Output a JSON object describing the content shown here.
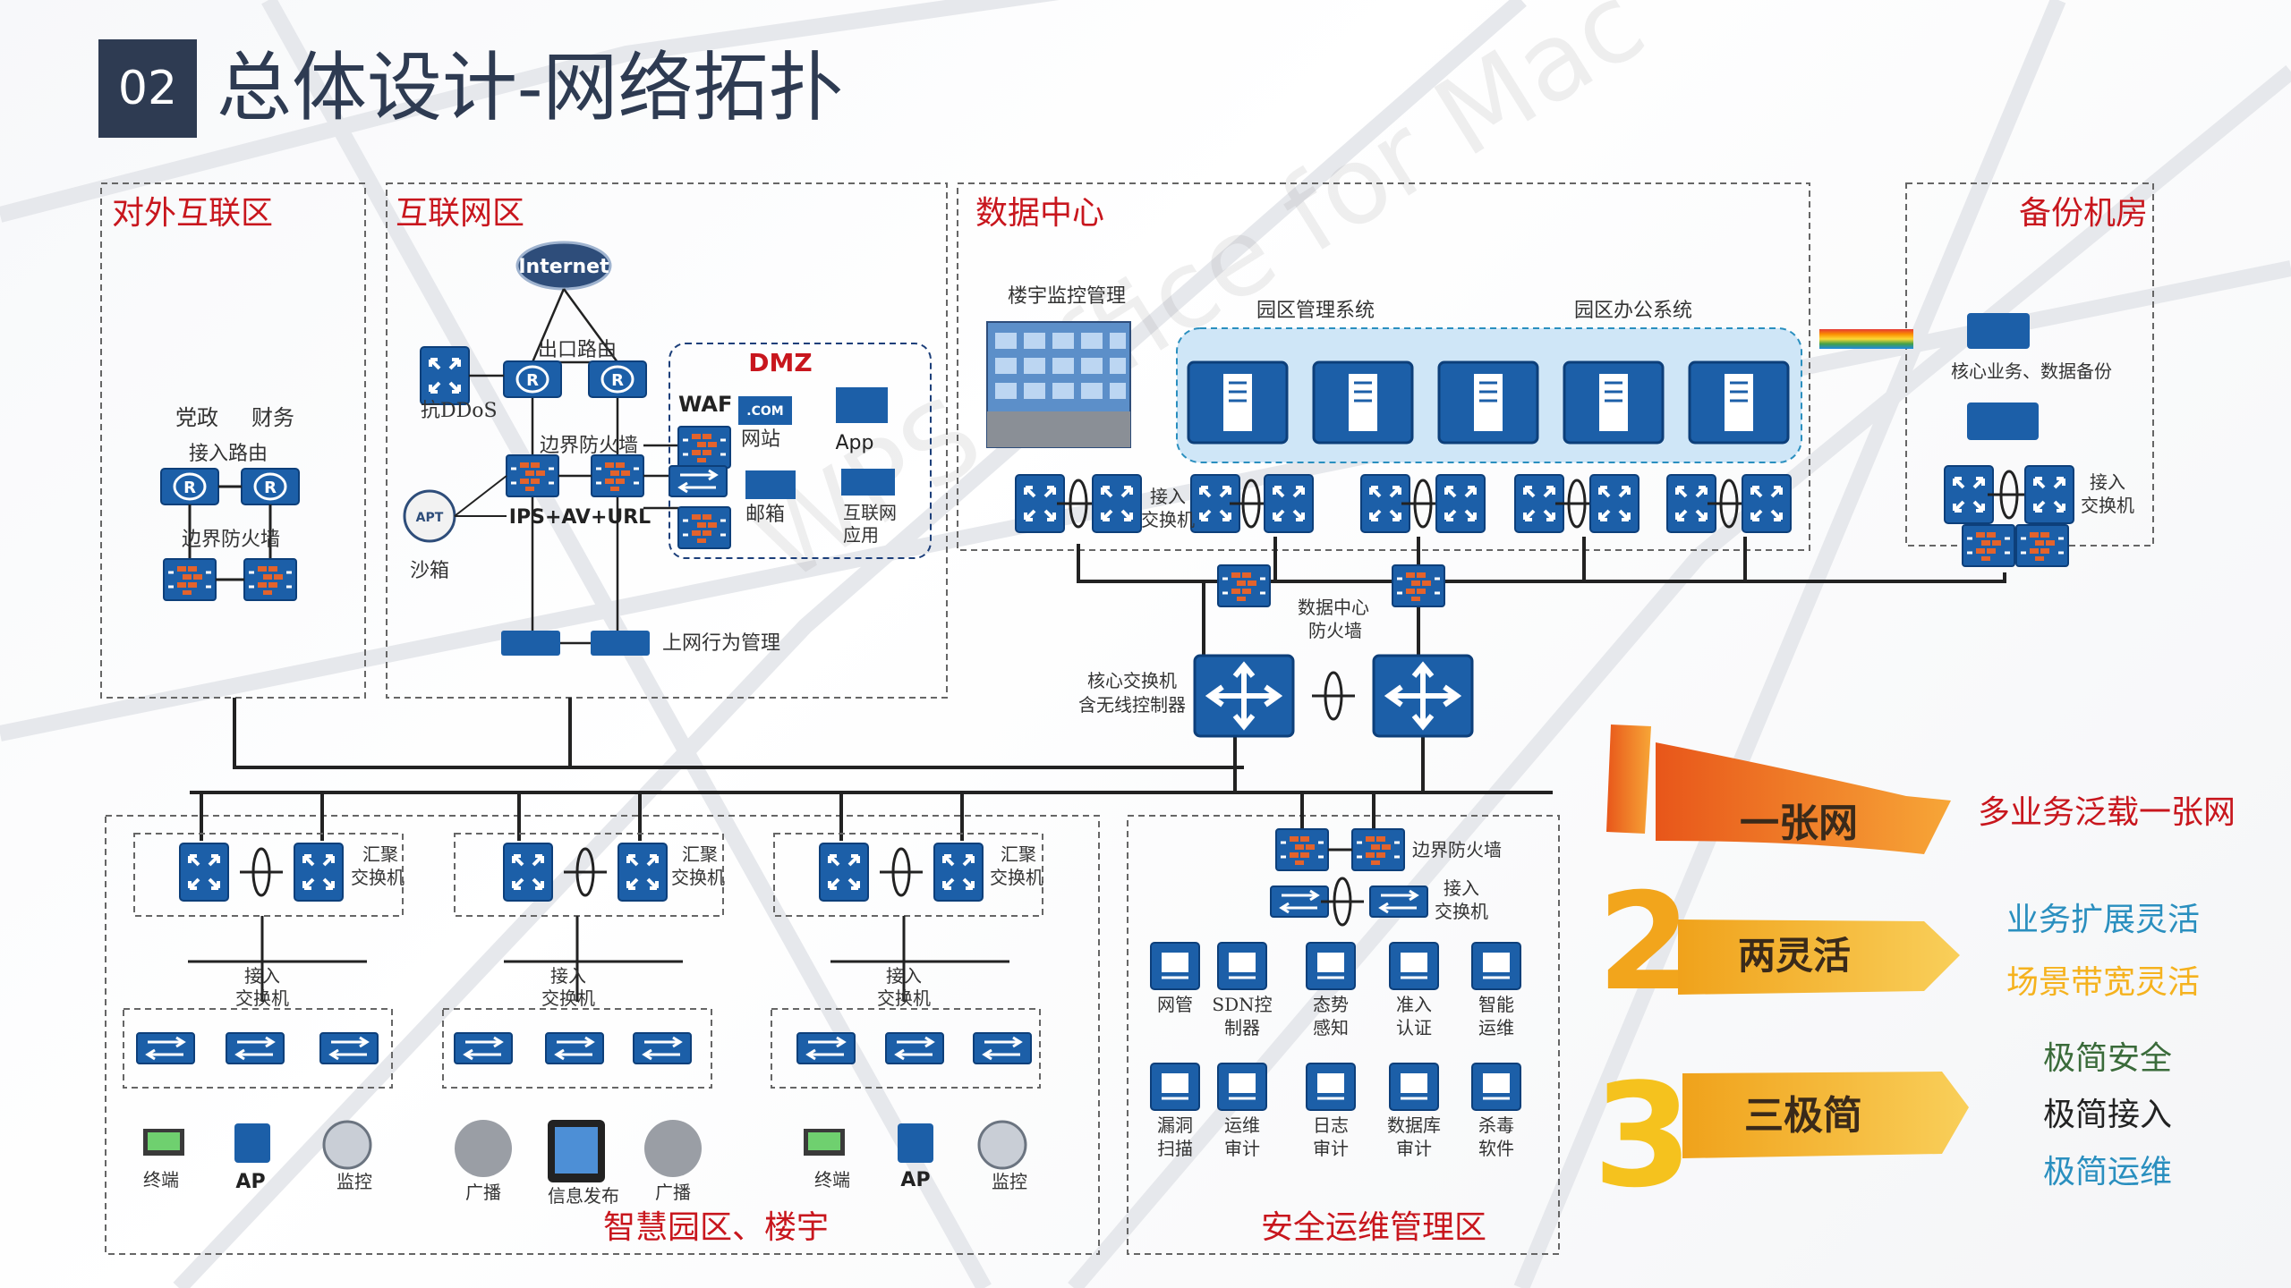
{
  "slide": {
    "number": "02",
    "title": "总体设计-网络拓扑",
    "watermark": "WPS Office for Mac"
  },
  "zones": {
    "external": "对外互联区",
    "internet_zone": "互联网区",
    "datacenter": "数据中心",
    "backup": "备份机房",
    "campus": "智慧园区、楼宇",
    "secops": "安全运维管理区"
  },
  "external": {
    "party_gov": "党政",
    "finance": "财务",
    "access_router": "接入路由",
    "border_firewall": "边界防火墙"
  },
  "internet": {
    "internet_cloud": "Internet",
    "exit_router": "出口路由",
    "anti_ddos": "抗DDoS",
    "border_firewall": "边界防火墙",
    "ips": "IPS+AV+URL",
    "sandbox": "沙箱",
    "sandbox_icon_text": "APT",
    "behavior_mgmt": "上网行为管理",
    "dmz": "DMZ",
    "waf": "WAF",
    "website": "网站",
    "website_icon_text": ".COM",
    "app": "App",
    "mail": "邮箱",
    "web_app_1": "互联网",
    "web_app_2": "应用"
  },
  "datacenter": {
    "building_monitor": "楼宇监控管理",
    "park_mgmt": "园区管理系统",
    "park_office": "园区办公系统",
    "access_switch_1": "接入",
    "access_switch_2": "交换机",
    "dc_firewall_1": "数据中心",
    "dc_firewall_2": "防火墙",
    "core_switch_1": "核心交换机",
    "core_switch_2": "含无线控制器"
  },
  "backup": {
    "core_backup": "核心业务、数据备份",
    "access_switch_1": "接入",
    "access_switch_2": "交换机"
  },
  "campus": {
    "agg_switch_1": "汇聚",
    "agg_switch_2": "交换机",
    "access_switch_1": "接入",
    "access_switch_2": "交换机",
    "terminal": "终端",
    "ap": "AP",
    "monitor": "监控",
    "broadcast": "广播",
    "info_release": "信息发布"
  },
  "secops": {
    "border_firewall": "边界防火墙",
    "access_switch_1": "接入",
    "access_switch_2": "交换机",
    "tools": [
      {
        "l1": "网管",
        "l2": ""
      },
      {
        "l1": "SDN控",
        "l2": "制器"
      },
      {
        "l1": "态势",
        "l2": "感知"
      },
      {
        "l1": "准入",
        "l2": "认证"
      },
      {
        "l1": "智能",
        "l2": "运维"
      },
      {
        "l1": "漏洞",
        "l2": "扫描"
      },
      {
        "l1": "运维",
        "l2": "审计"
      },
      {
        "l1": "日志",
        "l2": "审计"
      },
      {
        "l1": "数据库",
        "l2": "审计"
      },
      {
        "l1": "杀毒",
        "l2": "软件"
      }
    ]
  },
  "highlights": {
    "one_label": "一张网",
    "one_desc": "多业务泛载一张网",
    "two_label": "两灵活",
    "two_desc_1": "业务扩展灵活",
    "two_desc_2": "场景带宽灵活",
    "three_label": "三极简",
    "three_desc_1": "极简安全",
    "three_desc_2": "极简接入",
    "three_desc_3": "极简运维"
  },
  "colors": {
    "device_blue": "#1c5fa8",
    "zone_title_red": "#c8161d",
    "orange": "#f07a1a",
    "gold": "#f5b21e",
    "teal": "#2a8fbf",
    "green_text": "#3a6b3a"
  }
}
